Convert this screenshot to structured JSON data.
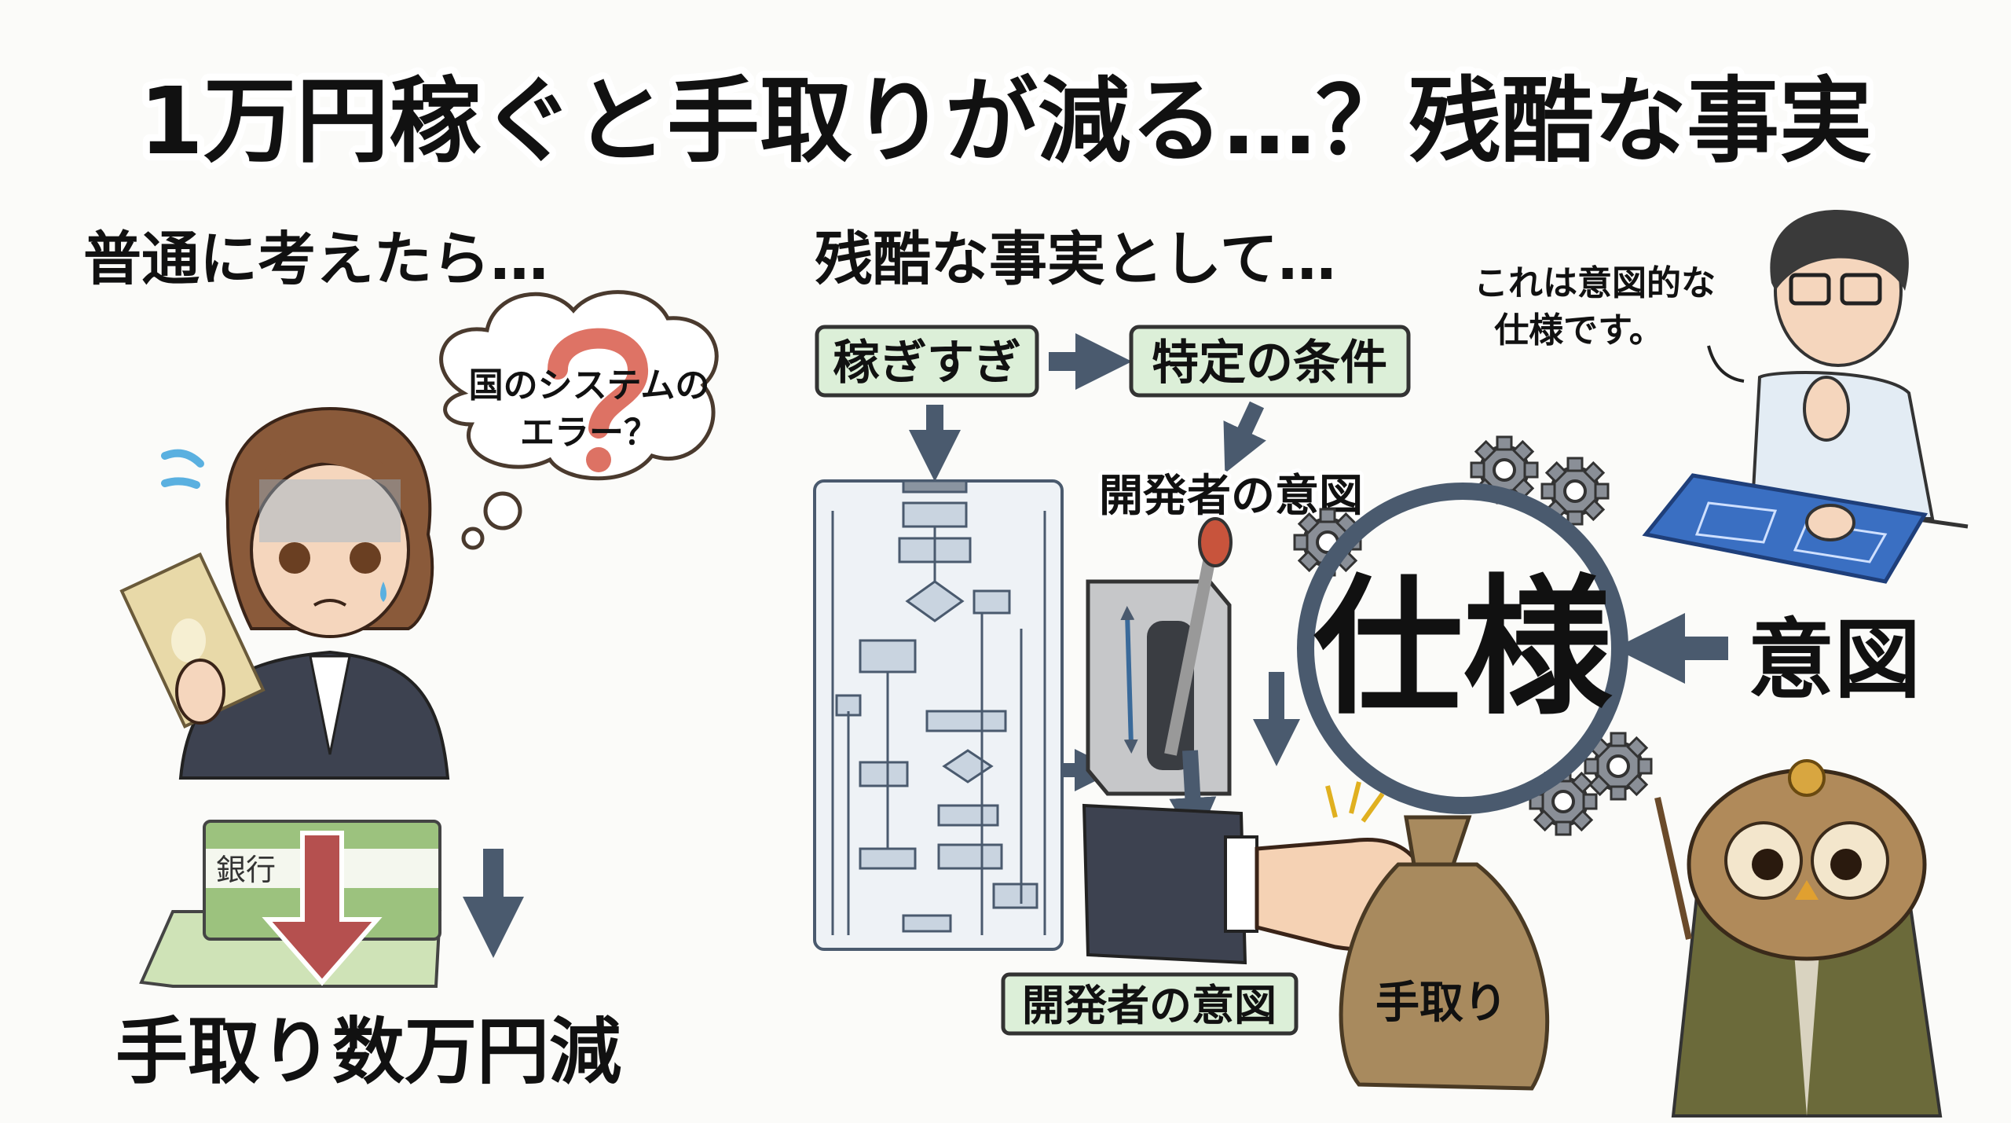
{
  "title": "1万円稼ぐと手取りが減る…？残酷な事実",
  "left": {
    "heading": "普通に考えたら…",
    "thought": {
      "line1": "国のシステムの",
      "line2": "エラー？"
    },
    "bank_label": "銀行",
    "result": "手取り数万円減"
  },
  "right": {
    "heading": "残酷な事実として…",
    "speech": {
      "line1": "これは意図的な",
      "line2": "仕様です。"
    },
    "flow": {
      "box1": "稼ぎすぎ",
      "box2": "特定の条件",
      "dev_intent_label": "開発者の意図",
      "dev_intent_box": "開発者の意図",
      "bag_label": "手取り"
    },
    "spec": "仕様",
    "intent": "意図"
  },
  "colors": {
    "arrow": "#4a5a6e",
    "box_fill": "#dcefd8",
    "red_arrow": "#b5504f",
    "bank_green": "#9cc27e"
  }
}
